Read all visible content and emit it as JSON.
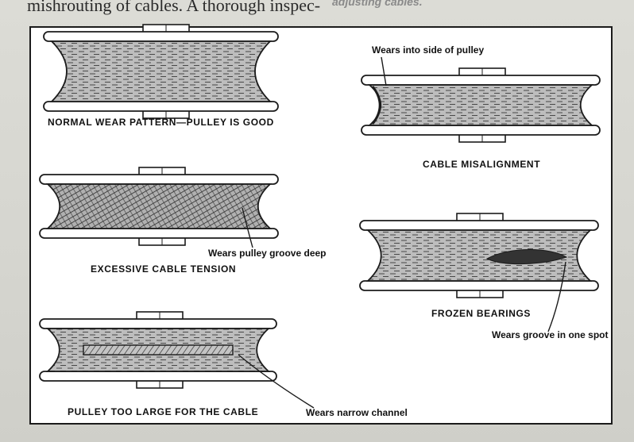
{
  "background_text": {
    "left": "mishrouting of cables. A thorough inspec-",
    "right": "adjusting cables."
  },
  "colors": {
    "outline": "#1b1b1b",
    "shade": "#bdbdbd",
    "panel": "#ffffff"
  },
  "pulleys": [
    {
      "id": "normal",
      "caption": "NORMAL WEAR PATTERN—PULLEY IS GOOD",
      "note": "",
      "wear": "normal"
    },
    {
      "id": "misalignment",
      "caption": "CABLE MISALIGNMENT",
      "note": "Wears into side of pulley",
      "wear": "side"
    },
    {
      "id": "tension",
      "caption": "EXCESSIVE CABLE TENSION",
      "note": "Wears pulley groove deep",
      "wear": "deep"
    },
    {
      "id": "frozen",
      "caption": "FROZEN BEARINGS",
      "note": "Wears groove in one spot",
      "wear": "spot"
    },
    {
      "id": "large",
      "caption": "PULLEY TOO LARGE FOR THE CABLE",
      "note": "Wears narrow channel",
      "wear": "narrow"
    }
  ]
}
